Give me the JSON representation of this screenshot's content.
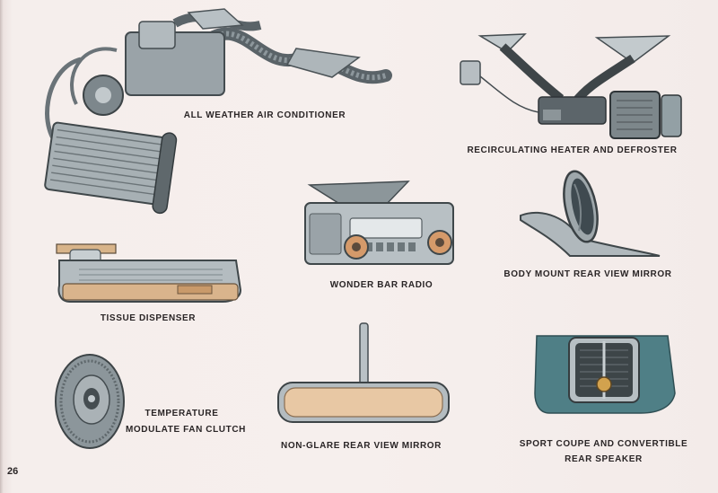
{
  "page": {
    "number": "26"
  },
  "accessories": {
    "air_conditioner": {
      "label": "ALL WEATHER AIR CONDITIONER",
      "icon": "air-conditioner-icon"
    },
    "heater": {
      "label": "RECIRCULATING HEATER AND DEFROSTER",
      "icon": "heater-defroster-icon"
    },
    "radio": {
      "label": "WONDER BAR RADIO",
      "icon": "radio-icon"
    },
    "body_mirror": {
      "label": "BODY MOUNT REAR VIEW MIRROR",
      "icon": "side-mirror-icon"
    },
    "tissue": {
      "label": "TISSUE DISPENSER",
      "icon": "tissue-dispenser-icon"
    },
    "fan_clutch": {
      "line1": "TEMPERATURE",
      "line2": "MODULATE FAN CLUTCH",
      "icon": "fan-clutch-icon"
    },
    "glare_mirror": {
      "label": "NON-GLARE REAR VIEW MIRROR",
      "icon": "rear-view-mirror-icon"
    },
    "speaker": {
      "line1": "SPORT COUPE AND CONVERTIBLE",
      "line2": "REAR SPEAKER",
      "icon": "speaker-icon"
    }
  },
  "colors": {
    "background": "#f4ecea",
    "chrome": "#b9c0c4",
    "steel_dark": "#5c666c",
    "teal_panel": "#4f7f86",
    "tan": "#d8b48a",
    "text": "#2a2526"
  }
}
